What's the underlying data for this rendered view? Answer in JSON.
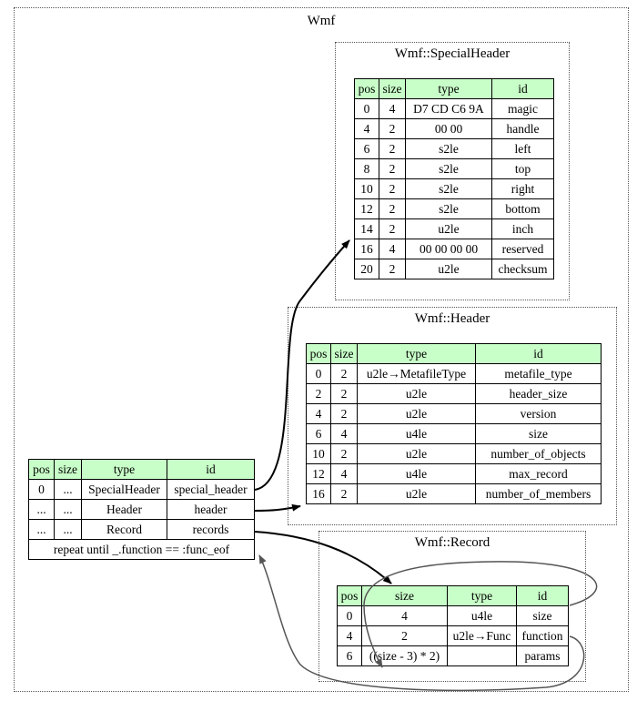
{
  "diagram": {
    "root_title": "Wmf",
    "main_table": {
      "columns": [
        "pos",
        "size",
        "type",
        "id"
      ],
      "rows": [
        [
          "0",
          "...",
          "SpecialHeader",
          "special_header"
        ],
        [
          "...",
          "...",
          "Header",
          "header"
        ],
        [
          "...",
          "...",
          "Record",
          "records"
        ]
      ],
      "repeat_note": "repeat until _.function == :func_eof"
    },
    "special_header": {
      "title": "Wmf::SpecialHeader",
      "columns": [
        "pos",
        "size",
        "type",
        "id"
      ],
      "rows": [
        [
          "0",
          "4",
          "D7 CD C6 9A",
          "magic"
        ],
        [
          "4",
          "2",
          "00 00",
          "handle"
        ],
        [
          "6",
          "2",
          "s2le",
          "left"
        ],
        [
          "8",
          "2",
          "s2le",
          "top"
        ],
        [
          "10",
          "2",
          "s2le",
          "right"
        ],
        [
          "12",
          "2",
          "s2le",
          "bottom"
        ],
        [
          "14",
          "2",
          "u2le",
          "inch"
        ],
        [
          "16",
          "4",
          "00 00 00 00",
          "reserved"
        ],
        [
          "20",
          "2",
          "u2le",
          "checksum"
        ]
      ]
    },
    "header": {
      "title": "Wmf::Header",
      "columns": [
        "pos",
        "size",
        "type",
        "id"
      ],
      "rows": [
        [
          "0",
          "2",
          "u2le→MetafileType",
          "metafile_type"
        ],
        [
          "2",
          "2",
          "u2le",
          "header_size"
        ],
        [
          "4",
          "2",
          "u2le",
          "version"
        ],
        [
          "6",
          "4",
          "u4le",
          "size"
        ],
        [
          "10",
          "2",
          "u2le",
          "number_of_objects"
        ],
        [
          "12",
          "4",
          "u4le",
          "max_record"
        ],
        [
          "16",
          "2",
          "u2le",
          "number_of_members"
        ]
      ]
    },
    "record": {
      "title": "Wmf::Record",
      "columns": [
        "pos",
        "size",
        "type",
        "id"
      ],
      "rows": [
        [
          "0",
          "4",
          "u4le",
          "size"
        ],
        [
          "4",
          "2",
          "u2le→Func",
          "function"
        ],
        [
          "6",
          "((size - 3) * 2)",
          "",
          "params"
        ]
      ]
    },
    "colors": {
      "header_fill": "#c8ffc8",
      "border": "#000000",
      "cluster_border": "#555555"
    }
  }
}
